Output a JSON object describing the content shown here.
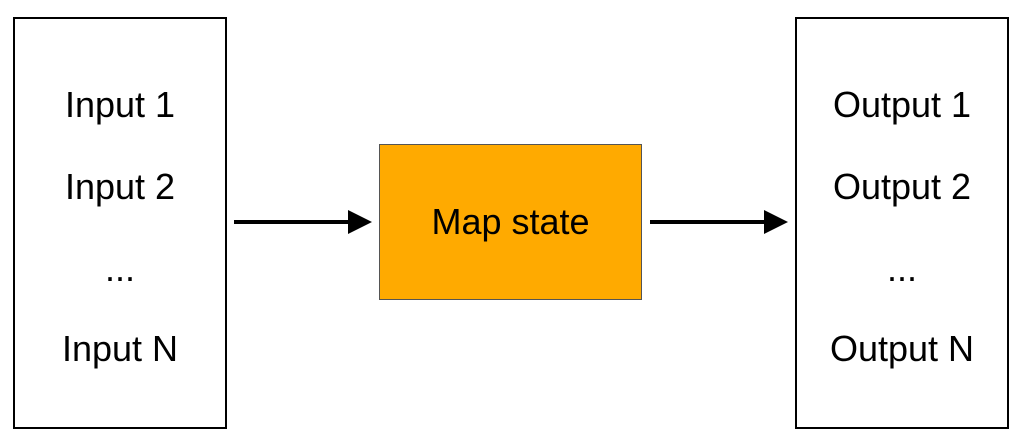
{
  "input_box": {
    "items": [
      "Input 1",
      "Input 2",
      "...",
      "Input N"
    ]
  },
  "map_state": {
    "label": "Map state",
    "fill_color": "#FFAA00"
  },
  "output_box": {
    "items": [
      "Output 1",
      "Output 2",
      "...",
      "Output N"
    ]
  },
  "connectors": [
    "input-to-map-arrow",
    "map-to-output-arrow"
  ]
}
